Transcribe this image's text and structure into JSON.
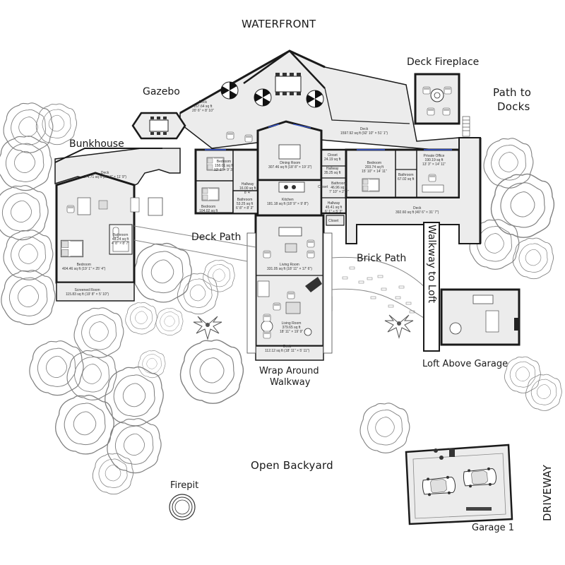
{
  "labels": {
    "waterfront": "WATERFRONT",
    "deck_fireplace": "Deck Fireplace",
    "gazebo": "Gazebo",
    "path_to_docks_1": "Path to",
    "path_to_docks_2": "Docks",
    "bunkhouse": "Bunkhouse",
    "deck_path": "Deck Path",
    "brick_path": "Brick Path",
    "walkway_to_loft": "Walkway to Loft",
    "loft_above_garage": "Loft Above Garage",
    "wrap_around_1": "Wrap Around",
    "wrap_around_2": "Walkway",
    "open_backyard": "Open Backyard",
    "firepit": "Firepit",
    "driveway": "DRIVEWAY",
    "garage": "Garage 1"
  },
  "rooms": {
    "gazebo_deck": [
      "Deck",
      "167.64 sq ft",
      "20' 6\" × 8' 10\""
    ],
    "main_deck": [
      "Deck",
      "1597.92 sq ft (92' 10\" × 51' 1\")"
    ],
    "bunk_deck": [
      "Deck",
      "174.71 sq ft (36' 3\" × 11' 9\")"
    ],
    "bunk_bedroom": [
      "Bedroom",
      "404.46 sq ft (19' 1\" × 25' 4\")"
    ],
    "bunk_bath": [
      "Bathroom",
      "48.24 sq ft",
      "4' 8\" × 8' 7\""
    ],
    "screened": [
      "Screened Room",
      "115.83 sq ft (19' 8\" × 5' 10\")"
    ],
    "bedroom1": [
      "Bedroom",
      "158.01 sq ft",
      "12' 1\" × 9' 3\""
    ],
    "bedroom2": [
      "Bedroom",
      "104.02 sq ft"
    ],
    "hallway1": [
      "Hallway",
      "16.00 sq ft",
      "8' 4\""
    ],
    "bath1": [
      "Bathroom",
      "53.25 sq ft",
      "6' 8\" × 8' 3\""
    ],
    "dining": [
      "Dining Room",
      "307.46 sq ft (18' 8\" × 19' 3\")"
    ],
    "kitchen": [
      "Kitchen",
      "181.18 sq ft (18' 9\" × 9' 8\")"
    ],
    "closet1": [
      "Closet",
      "24.19 sq ft"
    ],
    "hallway2": [
      "Hallway",
      "35.25 sq ft"
    ],
    "bath2": [
      "Bathroom",
      "46.96 sq ft",
      "7' 10\" × 2' 3\""
    ],
    "hallway3": [
      "Hallway",
      "45.41 sq ft",
      "6' 1\" × 5' 3\""
    ],
    "closet2": [
      "Closet"
    ],
    "bedroom3": [
      "Bedroom",
      "203.74 sq ft",
      "15' 10\" × 14' 11\""
    ],
    "bath3": [
      "Bathroom",
      "67.02 sq ft"
    ],
    "office": [
      "Private Office",
      "190.19 sq ft",
      "13' 3\" × 14' 11\""
    ],
    "east_deck": [
      "Deck",
      "392.60 sq ft (40' 6\" × 31' 7\")"
    ],
    "living1": [
      "Living Room",
      "331.05 sq ft (18' 11\" × 17' 6\")"
    ],
    "living2": [
      "Living Room",
      "379.65 sq ft",
      "18' 11\" × 19' 9\""
    ],
    "south_deck": [
      "Deck",
      "112.12 sq ft (18' 11\" × 5' 11\")"
    ],
    "closet_small": [
      "Closet"
    ]
  },
  "colors": {
    "wall": "#1a1a1a",
    "floor": "#ececec",
    "tree": "#7a7a7a",
    "brick": "#8a8a8a",
    "window": "#3b5bdb"
  }
}
